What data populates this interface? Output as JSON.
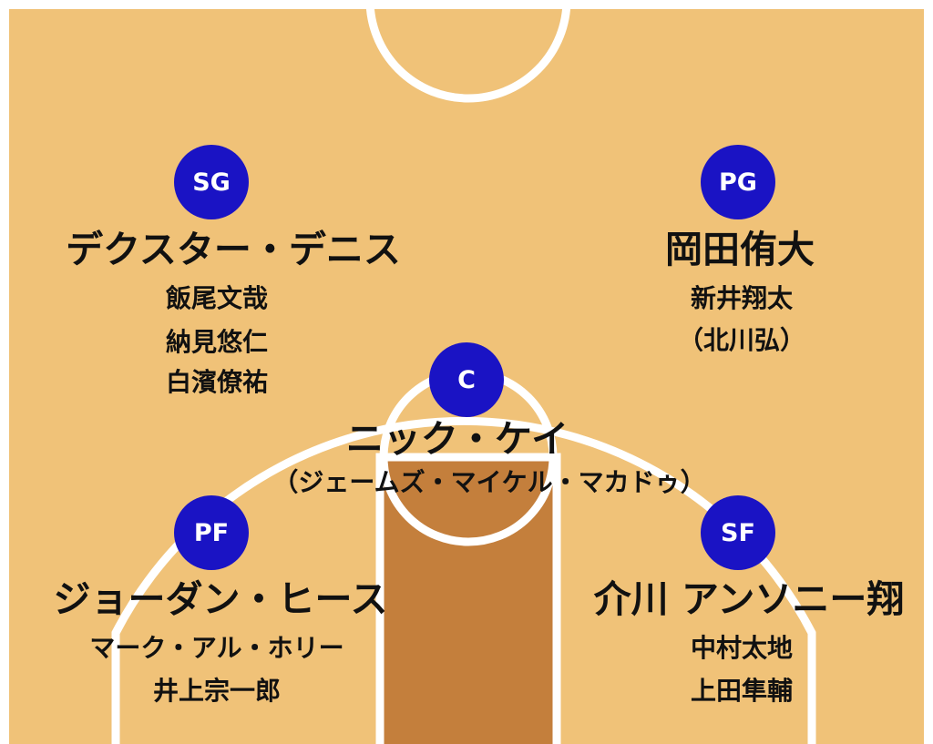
{
  "colors": {
    "court": "#f0c278",
    "paint": "#c47f3c",
    "lines": "#ffffff",
    "badge": "#1a13c4",
    "badge_text": "#ffffff",
    "text": "#111111"
  },
  "positions": {
    "sg": {
      "badge": "SG",
      "starter": "デクスター・デニス",
      "backups": [
        "飯尾文哉",
        "納見悠仁",
        "白濱僚祐"
      ]
    },
    "pg": {
      "badge": "PG",
      "starter": "岡田侑大",
      "backups": [
        "新井翔太",
        "（北川弘）"
      ]
    },
    "c": {
      "badge": "C",
      "starter": "ニック・ケイ",
      "backups": [
        "（ジェームズ・マイケル・マカドゥ）"
      ]
    },
    "pf": {
      "badge": "PF",
      "starter": "ジョーダン・ヒース",
      "backups": [
        "マーク・アル・ホリー",
        "井上宗一郎"
      ]
    },
    "sf": {
      "badge": "SF",
      "starter": "介川 アンソニー翔",
      "backups": [
        "中村太地",
        "上田隼輔"
      ]
    }
  }
}
